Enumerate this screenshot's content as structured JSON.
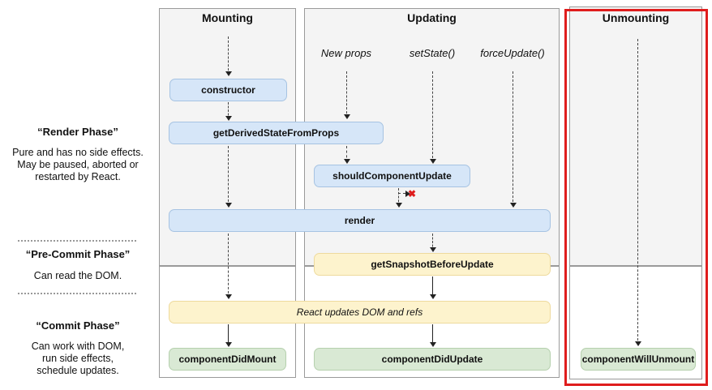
{
  "phases": [
    {
      "title": "“Render Phase”",
      "desc": [
        "Pure and has no side effects.",
        "May be paused, aborted or",
        "restarted by React."
      ]
    },
    {
      "title": "“Pre-Commit Phase”",
      "desc": [
        "Can read the DOM."
      ]
    },
    {
      "title": "“Commit Phase”",
      "desc": [
        "Can work with DOM,",
        "run side effects,",
        "schedule updates."
      ]
    }
  ],
  "columns": [
    {
      "title": "Mounting"
    },
    {
      "title": "Updating"
    },
    {
      "title": "Unmounting"
    }
  ],
  "triggers": [
    "New props",
    "setState()",
    "forceUpdate()"
  ],
  "nodes": {
    "constructor_label": "constructor",
    "get_derived_state": "getDerivedStateFromProps",
    "should_component_update": "shouldComponentUpdate",
    "render_label": "render",
    "get_snapshot": "getSnapshotBeforeUpdate",
    "react_updates": "React updates DOM and refs",
    "component_did_mount": "componentDidMount",
    "component_did_update": "componentDidUpdate",
    "component_will_unmount": "componentWillUnmount"
  },
  "marks": {
    "cancel": "✖"
  },
  "colors": {
    "lifecycle_box_blue": "#d6e6f8",
    "side_effect_box_yellow": "#fdf3cd",
    "commit_box_green": "#d9e9d4",
    "unmounting_highlight_red": "#df1d1d",
    "render_phase_bg": "#f4f4f4"
  }
}
